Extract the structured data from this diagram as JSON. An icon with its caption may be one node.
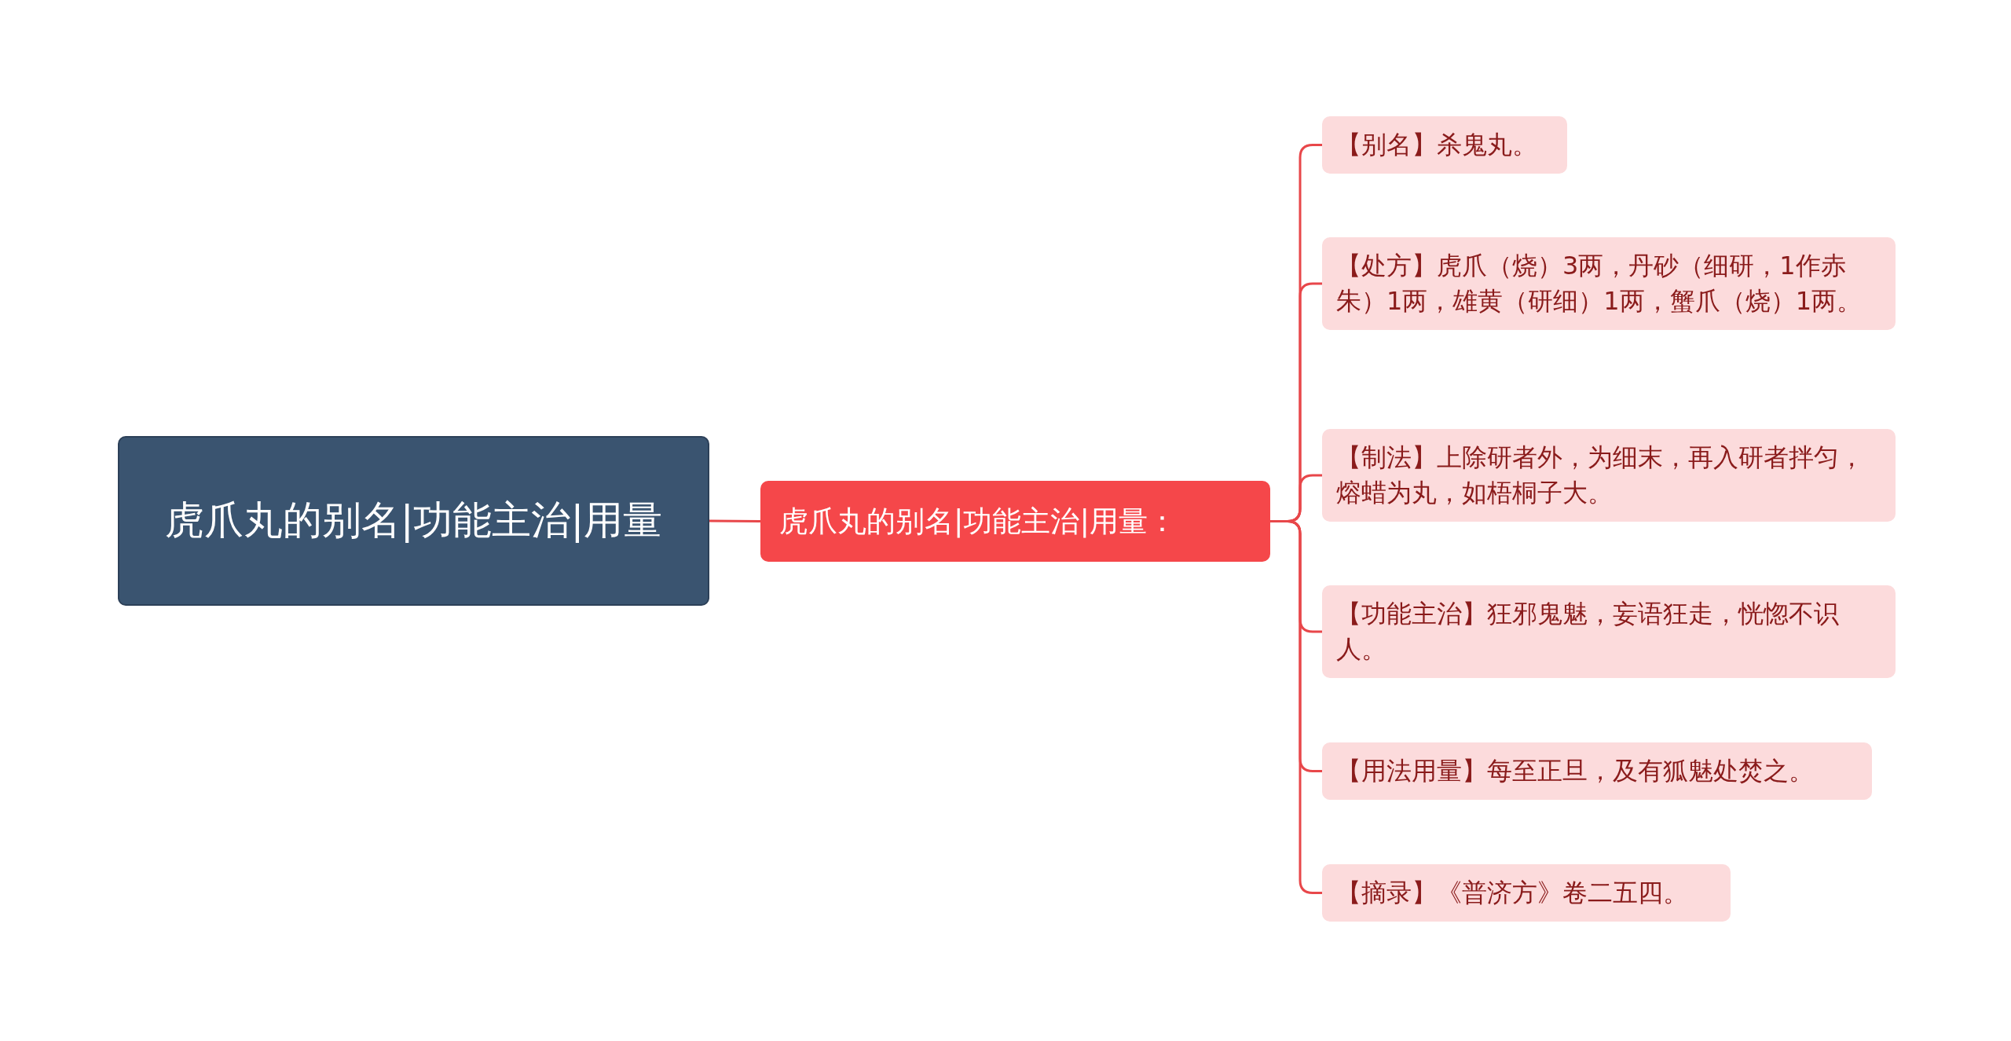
{
  "diagram": {
    "nodes": [
      {
        "text": [
          "虎爪丸的别名|功能主治|用量"
        ]
      },
      {
        "text": [
          "虎爪丸的别名|功能主治|用量："
        ]
      },
      {
        "text": [
          "【别名】杀鬼丸。"
        ]
      },
      {
        "text": [
          "【处方】虎爪（烧）3两，丹砂（细研，1作赤朱）1两，雄黄（研细）1两，蟹爪（烧）1两。"
        ]
      },
      {
        "text": [
          "【制法】上除研者外，为细末，再入研者拌匀，熔蜡为丸，如梧桐子大。"
        ]
      },
      {
        "text": [
          "【功能主治】狂邪鬼魅，妄语狂走，恍惚不识人。"
        ]
      },
      {
        "text": [
          "【用法用量】每至正旦，及有狐魅处焚之。"
        ]
      },
      {
        "text": [
          "【摘录】《普济方》卷二五四。"
        ]
      }
    ],
    "edges": [
      {
        "from": 0,
        "to": 1,
        "arrow": "none"
      },
      {
        "from": 1,
        "to": 2,
        "arrow": "none"
      },
      {
        "from": 1,
        "to": 3,
        "arrow": "none"
      },
      {
        "from": 1,
        "to": 4,
        "arrow": "none"
      },
      {
        "from": 1,
        "to": 5,
        "arrow": "none"
      },
      {
        "from": 1,
        "to": 6,
        "arrow": "none"
      },
      {
        "from": 1,
        "to": 7,
        "arrow": "none"
      }
    ]
  }
}
